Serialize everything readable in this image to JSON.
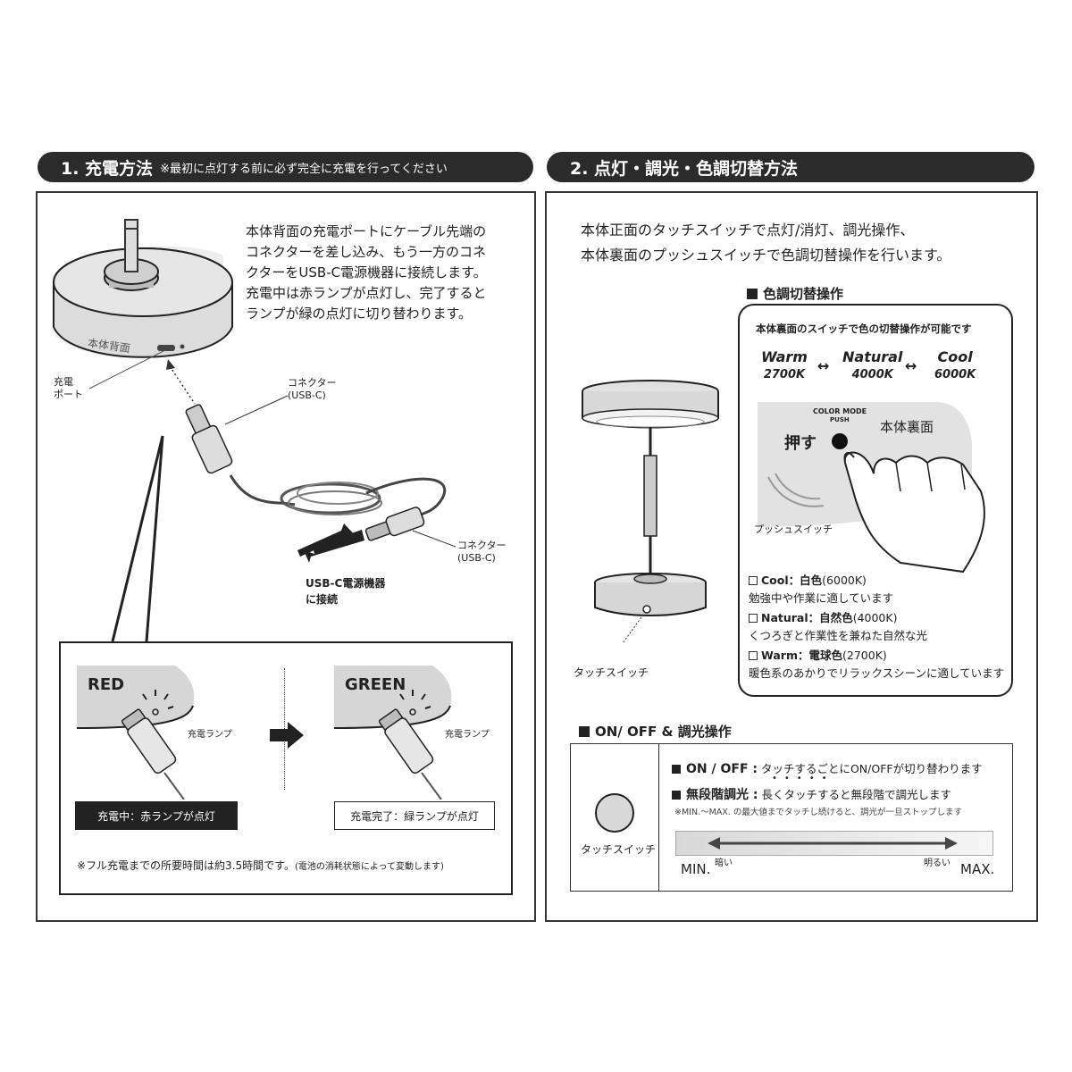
{
  "section1": {
    "title": "1. 充電方法",
    "note": "※最初に点灯する前に必ず完全に充電を行ってください",
    "desc": [
      "本体背面の充電ポートにケーブル先端の",
      "コネクターを差し込み、もう一方のコネ",
      "クターをUSB-C電源機器に接続します。",
      "充電中は赤ランプが点灯し、完了すると",
      "ランプが緑の点灯に切り替わります。"
    ],
    "body_back_label": "本体背面",
    "port_label": [
      "充電",
      "ポート"
    ],
    "connector_label_1": [
      "コネクター",
      "(USB-C)"
    ],
    "connector_label_2": [
      "コネクター",
      "(USB-C)"
    ],
    "usb_label": [
      "USB-C電源機器",
      "に接続"
    ],
    "red_label": "RED",
    "green_label": "GREEN",
    "lamp_label_1": "充電ランプ",
    "lamp_label_2": "充電ランプ",
    "charging_caption": "充電中：赤ランプが点灯",
    "complete_caption": "充電完了：緑ランプが点灯",
    "full_charge_note_main": "※フル充電までの所要時間は約3.5時間です。",
    "full_charge_note_sub": "(電池の消耗状態によって変動します)"
  },
  "section2": {
    "title": "2. 点灯・調光・色調切替方法",
    "desc": [
      "本体正面のタッチスイッチで点灯/消灯、調光操作、",
      "本体裏面のプッシュスイッチで色調切替操作を行います。"
    ],
    "color_heading": "色調切替操作",
    "color_box_title": "本体裏面のスイッチで色の切替操作が可能です",
    "modes": [
      {
        "name": "Warm",
        "kelvin": "2700K"
      },
      {
        "name": "Natural",
        "kelvin": "4000K"
      },
      {
        "name": "Cool",
        "kelvin": "6000K"
      }
    ],
    "color_mode_label": "COLOR MODE",
    "push_label": "PUSH",
    "press_label": "押す",
    "back_label": "本体裏面",
    "push_switch_label": "プッシュスイッチ",
    "touch_switch_label": "タッチスイッチ",
    "options": [
      {
        "name": "Cool",
        "color": "白色",
        "kelvin": "(6000K)",
        "desc": "勉強中や作業に適しています"
      },
      {
        "name": "Natural",
        "color": "自然色",
        "kelvin": "(4000K)",
        "desc": "くつろぎと作業性を兼ねた自然な光"
      },
      {
        "name": "Warm",
        "color": "電球色",
        "kelvin": "(2700K)",
        "desc": "暖色系のあかりでリラックスシーンに適しています"
      }
    ],
    "onoff_heading": "ON/ OFF & 調光操作",
    "onoff_label": "ON / OFF :",
    "onoff_desc": "タッチするごとにON/OFFが切り替わります",
    "dim_label": "無段階調光 :",
    "dim_desc": "長くタッチすると無段階で調光します",
    "dim_note": "※MIN.～MAX. の最大値までタッチし続けると、調光が一旦ストップします",
    "touch_switch_label_2": "タッチスイッチ",
    "dark_label": "暗い",
    "bright_label": "明るい",
    "min_label": "MIN.",
    "max_label": "MAX."
  }
}
